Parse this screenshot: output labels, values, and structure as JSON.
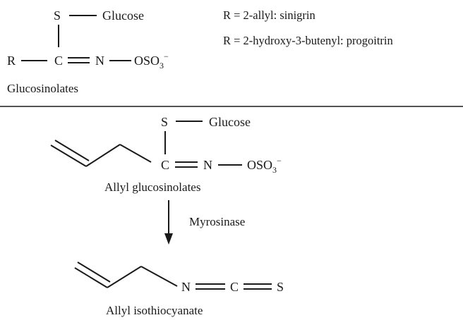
{
  "top_structure": {
    "s_atom": "S",
    "glucose": "Glucose",
    "r_group": "R",
    "c_atom": "C",
    "n_atom": "N",
    "oso3_base": "OSO",
    "oso3_sub": "3",
    "oso3_charge": "−",
    "caption": "Glucosinolates"
  },
  "definitions": {
    "sinigrin": "R = 2-allyl: sinigrin",
    "progoitrin": "R = 2-hydroxy-3-butenyl: progoitrin"
  },
  "allyl_glucosinolate": {
    "s_atom": "S",
    "glucose": "Glucose",
    "c_atom": "C",
    "n_atom": "N",
    "oso3_base": "OSO",
    "oso3_sub": "3",
    "oso3_charge": "−",
    "caption": "Allyl glucosinolates"
  },
  "reaction": {
    "enzyme": "Myrosinase"
  },
  "allyl_isothiocyanate": {
    "n_atom": "N",
    "c_atom": "C",
    "s_atom": "S",
    "caption": "Allyl isothiocyanate"
  }
}
